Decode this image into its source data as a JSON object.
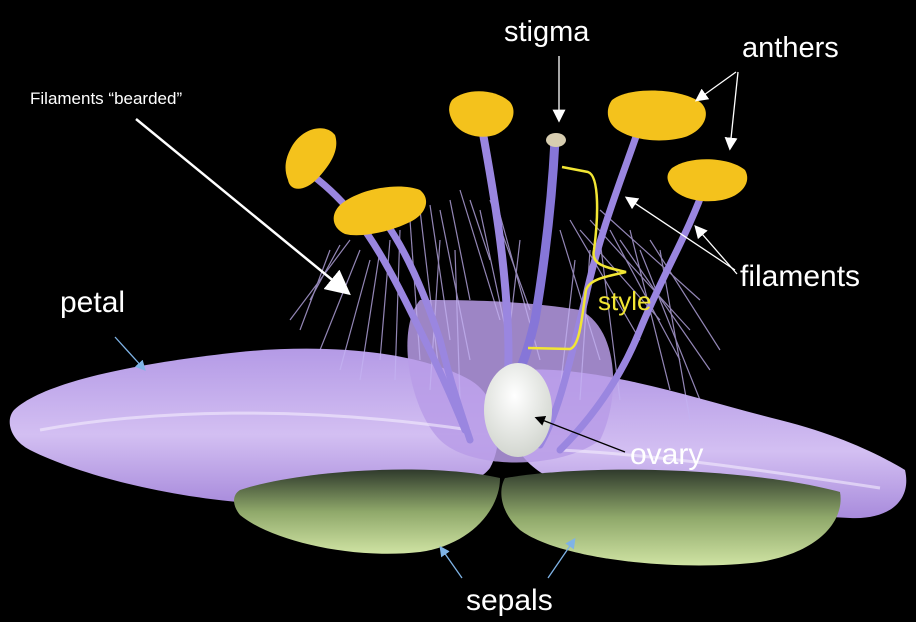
{
  "labels": {
    "stigma": "stigma",
    "anthers": "anthers",
    "filaments": "filaments",
    "filaments_bearded": "Filaments “bearded”",
    "petal": "petal",
    "style": "style",
    "ovary": "ovary",
    "sepals": "sepals"
  },
  "colors": {
    "background": "#000000",
    "label_text": "#ffffff",
    "style_label": "#f2e634",
    "petal": "#c6a6ea",
    "anther": "#f4c21c",
    "filament": "#9a86e0",
    "sepal": "#b9d58b",
    "ovary": "#eef0ec",
    "pointer_white": "#ffffff",
    "pointer_blue": "#7fb3e6",
    "pointer_black": "#000000"
  }
}
